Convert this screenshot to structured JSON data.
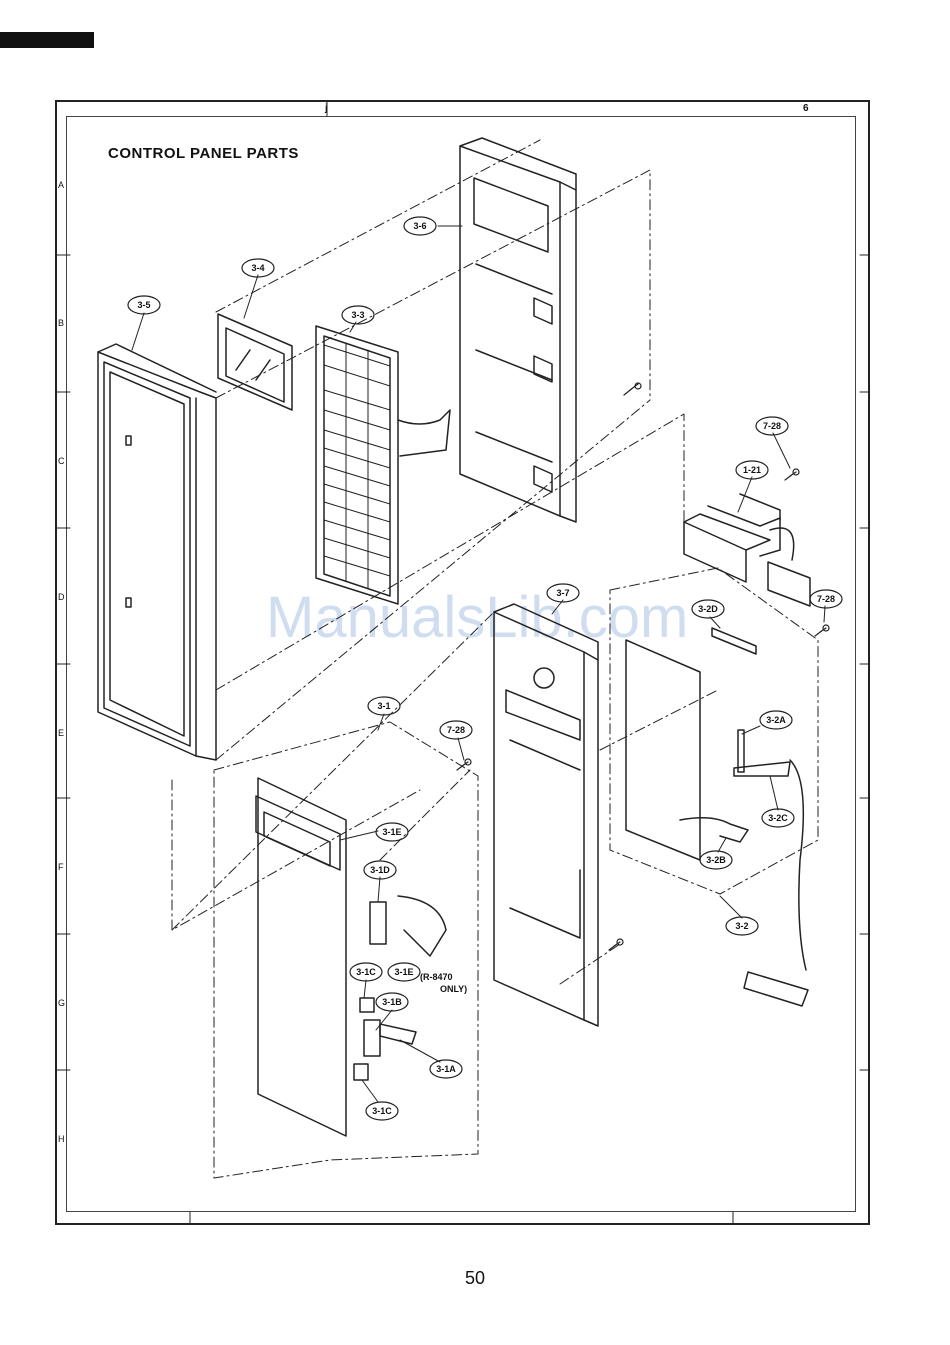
{
  "title": "CONTROL PANEL PARTS",
  "page_number": "50",
  "watermark": "ManualsLib.com",
  "top_marks": [
    "j",
    "6"
  ],
  "row_letters": [
    "A",
    "B",
    "C",
    "D",
    "E",
    "F",
    "G",
    "H"
  ],
  "callouts": {
    "c3_6": "3-6",
    "c3_4": "3-4",
    "c3_5": "3-5",
    "c3_3": "3-3",
    "c7_28a": "7-28",
    "c1_21": "1-21",
    "c7_28b": "7-28",
    "c3_7": "3-7",
    "c3_2d": "3-2D",
    "c3_1": "3-1",
    "c7_28c": "7-28",
    "c3_2a": "3-2A",
    "c3_1e_top": "3-1E",
    "c3_2c": "3-2C",
    "c3_1d": "3-1D",
    "c3_2b": "3-2B",
    "c3_2": "3-2",
    "c3_1c_top": "3-1C",
    "c3_1e_mid": "3-1E",
    "c3_1b": "3-1B",
    "c3_1a": "3-1A",
    "c3_1c_bot": "3-1C"
  },
  "note": [
    "(R-8470",
    "ONLY)"
  ]
}
